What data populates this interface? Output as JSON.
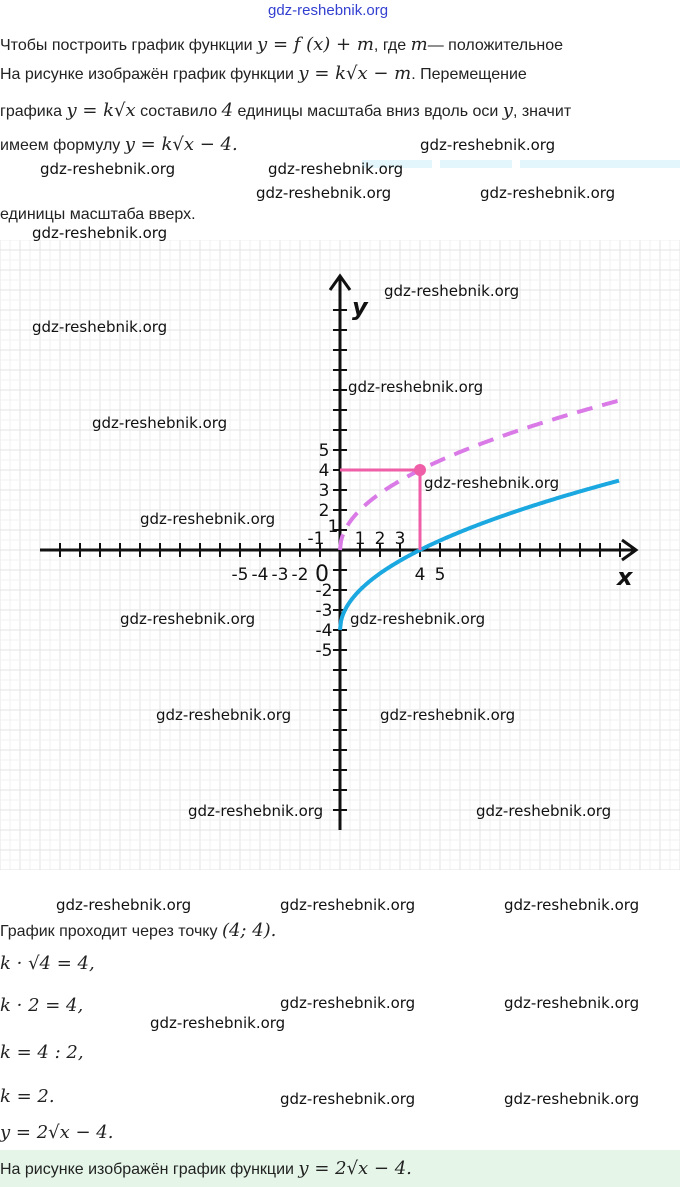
{
  "watermark": "gdz-reshebnik.org",
  "text": {
    "l1a": "Чтобы построить график функции",
    "l1m": "y = f (x) + m",
    "l1b": ", где",
    "l1c": "m",
    "l1d": "— положительное",
    "l2a": "На рисунке изображён график функции",
    "l2m": "y = k√x − m",
    "l2b": ". Перемещение",
    "l3a": "графика",
    "l3m": "y = k√x",
    "l3b": "составило",
    "l3c": "4",
    "l3d": "единицы масштаба вниз вдоль оси",
    "l3e": "y",
    "l3f": ", значит",
    "l4a": "имеем формулу",
    "l4m": "y = k√x − 4.",
    "l6": "единицы масштаба вверх.",
    "p1a": "График проходит через точку",
    "p1m": "(4;  4).",
    "e1": "k · √4 = 4,",
    "e2": "k · 2 = 4,",
    "e3": "k = 4 : 2,",
    "e4": "k = 2.",
    "e5": "y = 2√x − 4.",
    "finA": "На рисунке изображён график функции",
    "finM": "y = 2√x − 4."
  },
  "chart_data": {
    "type": "line",
    "xlabel": "x",
    "ylabel": "y",
    "xlim": [
      -15,
      14
    ],
    "ylim": [
      -14,
      13
    ],
    "x_tick_labels": [
      "-5",
      "-4",
      "-3",
      "-2",
      "0",
      "1",
      "2",
      "3",
      "4",
      "5"
    ],
    "y_tick_labels": [
      "5",
      "4",
      "3",
      "2",
      "1",
      "-1",
      "-2",
      "-3",
      "-4",
      "-5"
    ],
    "series": [
      {
        "name": "y = 2√x",
        "style": "dashed",
        "color": "#d97ae6",
        "x_range": [
          0,
          14
        ]
      },
      {
        "name": "y = 2√x − 4",
        "style": "solid",
        "color": "#1ba8e0",
        "x_range": [
          0,
          14
        ]
      }
    ],
    "highlight_point": {
      "x": 4,
      "y": 4,
      "color": "#ee5fa7"
    }
  }
}
